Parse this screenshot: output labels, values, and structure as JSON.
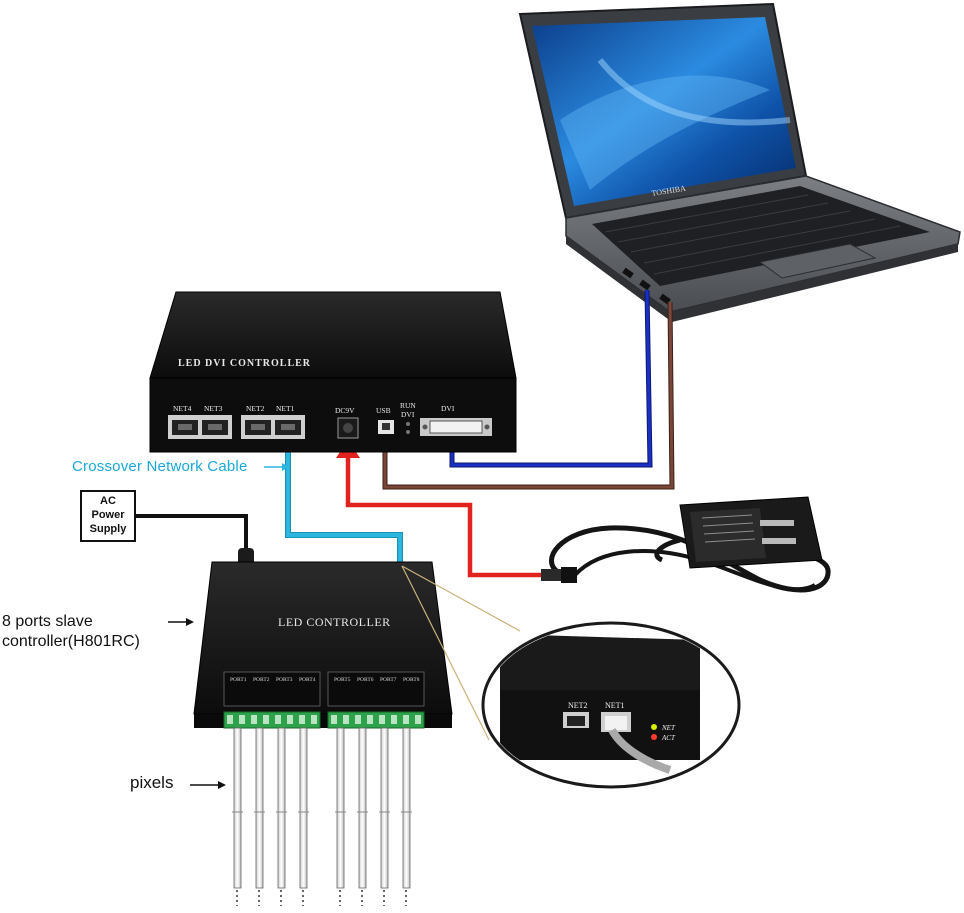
{
  "labels": {
    "crossover_cable": "Crossover Network Cable",
    "slave_controller_line1": "8 ports slave",
    "slave_controller_line2": "controller(H801RC)",
    "pixels": "pixels",
    "ac_line1": "AC",
    "ac_line2": "Power",
    "ac_line3": "Supply"
  },
  "dvi_controller": {
    "title": "LED DVI CONTROLLER",
    "ports": [
      "NET4",
      "NET3",
      "NET2",
      "NET1"
    ],
    "dc": "DC9V",
    "usb": "USB",
    "run": "RUN",
    "dvi_small": "DVI",
    "dvi": "DVI"
  },
  "slave_controller": {
    "title": "LED CONTROLLER",
    "ports": [
      "PORT1",
      "PORT2",
      "PORT3",
      "PORT4",
      "PORT5",
      "PORT6",
      "PORT7",
      "PORT8"
    ]
  },
  "inset": {
    "net2": "NET2",
    "net1": "NET1",
    "net": "NET",
    "act": "ACT"
  },
  "laptop": {
    "brand": "TOSHIBA"
  },
  "colors": {
    "crossover_cable": "#2bb6e0",
    "dvi_cable": "#1a2fc4",
    "usb_cable": "#6b3a2e",
    "power_cable": "#e0231e"
  }
}
